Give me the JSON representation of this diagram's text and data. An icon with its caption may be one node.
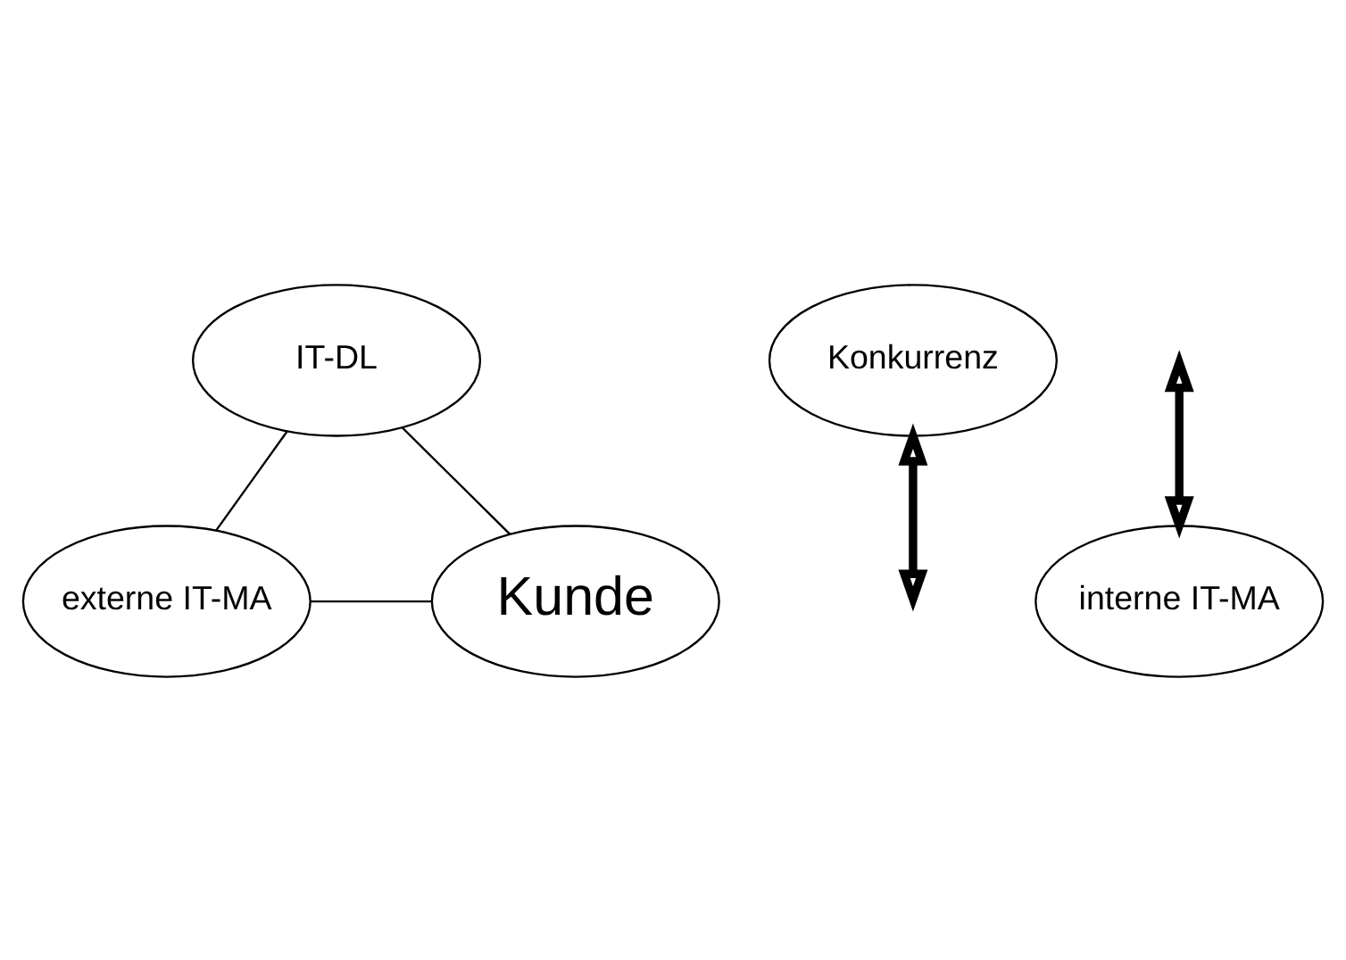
{
  "diagram": {
    "nodes": [
      {
        "text": [
          "IT-DL"
        ]
      },
      {
        "text": [
          "Konkurrenz"
        ]
      },
      {
        "text": [
          "externe IT-MA"
        ]
      },
      {
        "text": [
          "Kunde"
        ]
      },
      {
        "text": [
          "interne IT-MA"
        ]
      }
    ],
    "edges": [
      {
        "from": 0,
        "to": 2,
        "arrow": "none"
      },
      {
        "from": 0,
        "to": 3,
        "arrow": "none"
      },
      {
        "from": 2,
        "to": 3,
        "arrow": "none"
      },
      {
        "from": 1,
        "to": null,
        "arrow": "both",
        "style": "thick"
      },
      {
        "from": null,
        "to": 4,
        "arrow": "both",
        "style": "thick"
      }
    ]
  }
}
